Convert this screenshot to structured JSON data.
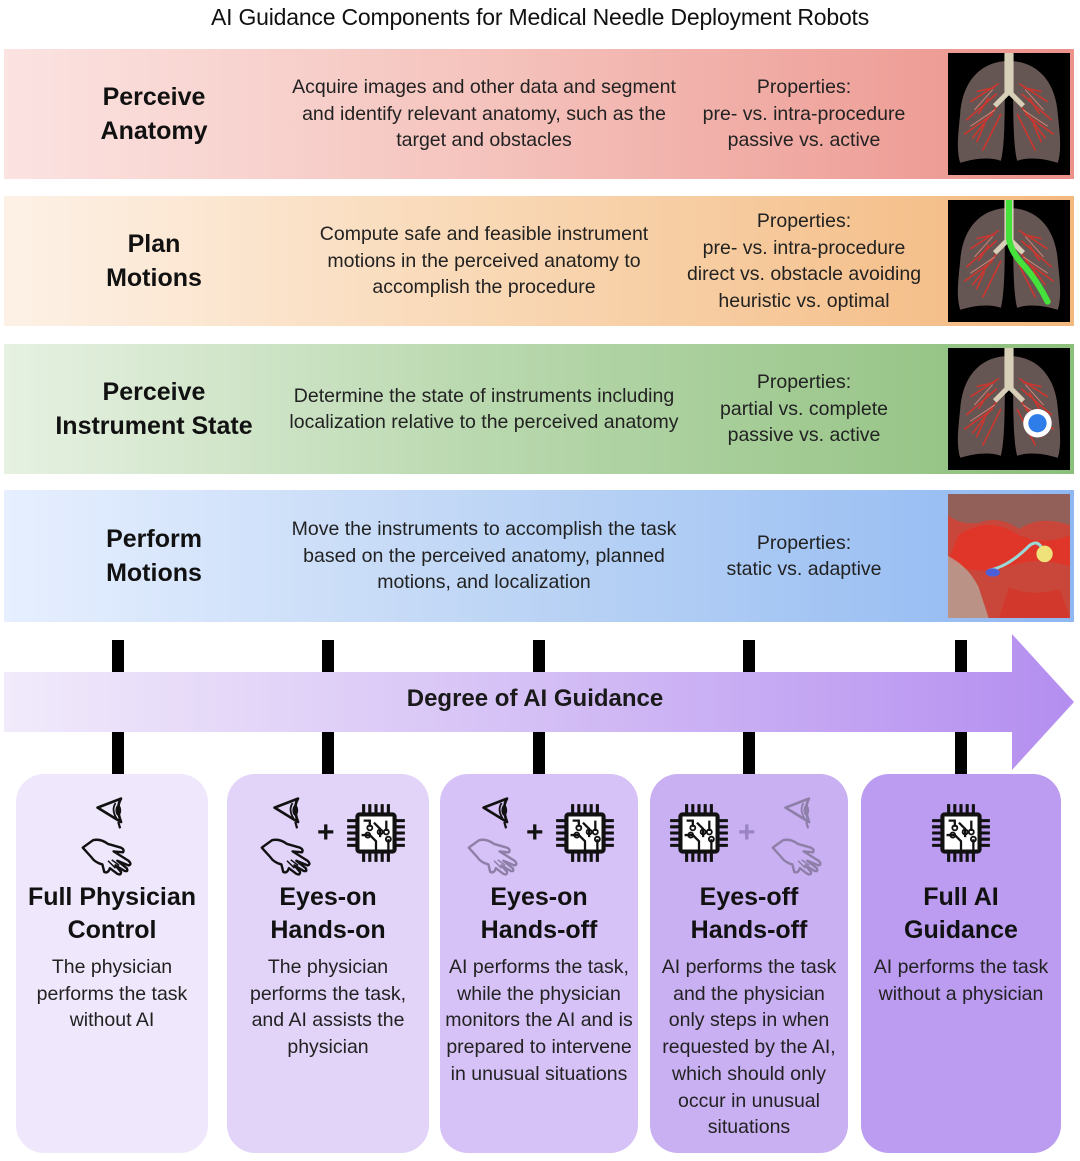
{
  "title": "AI Guidance Components for Medical Needle Deployment Robots",
  "components": [
    {
      "name": "Perceive Anatomy",
      "name_lines": [
        "Perceive",
        "Anatomy"
      ],
      "description": "Acquire images and other data and segment and identify relevant anatomy, such as the target and obstacles",
      "properties_label": "Properties:",
      "properties": [
        "pre- vs. intra-procedure",
        "passive vs. active"
      ],
      "thumbnail": "lung-anatomy-image",
      "color": "#eb928a"
    },
    {
      "name": "Plan Motions",
      "name_lines": [
        "Plan",
        "Motions"
      ],
      "description": "Compute safe and feasible instrument motions in the perceived anatomy to accomplish the procedure",
      "properties_label": "Properties:",
      "properties": [
        "pre- vs. intra-procedure",
        "direct vs. obstacle avoiding",
        "heuristic vs. optimal"
      ],
      "thumbnail": "lung-planned-path-image",
      "color": "#f3b87e"
    },
    {
      "name": "Perceive Instrument State",
      "name_lines": [
        "Perceive",
        "Instrument State"
      ],
      "description": "Determine the state of instruments including localization relative to the perceived anatomy",
      "properties_label": "Properties:",
      "properties": [
        "partial vs. complete",
        "passive vs. active"
      ],
      "thumbnail": "lung-instrument-localization-image",
      "color": "#8dbf7c"
    },
    {
      "name": "Perform Motions",
      "name_lines": [
        "Perform",
        "Motions"
      ],
      "description": "Move the instruments to accomplish the task based on the perceived anatomy, planned motions, and localization",
      "properties_label": "Properties:",
      "properties": [
        "static vs. adaptive"
      ],
      "thumbnail": "needle-in-anatomy-image",
      "color": "#8fb8f2"
    }
  ],
  "axis": {
    "label": "Degree of AI Guidance",
    "color_start": "#f1eafb",
    "color_end": "#b48ef0"
  },
  "levels": [
    {
      "title_lines": [
        "Full Physician",
        "Control"
      ],
      "description": "The physician performs the task without AI",
      "icons": [
        "eye-icon",
        "hand-icon"
      ]
    },
    {
      "title_lines": [
        "Eyes-on",
        "Hands-on"
      ],
      "description": "The physician performs the task, and AI assists the physician",
      "icons": [
        "eye-icon",
        "hand-icon",
        "plus-icon",
        "chip-icon"
      ]
    },
    {
      "title_lines": [
        "Eyes-on",
        "Hands-off"
      ],
      "description": "AI performs the task, while the physician monitors the AI and is prepared to intervene in unusual situations",
      "icons": [
        "eye-icon",
        "hand-icon-faded",
        "plus-icon",
        "chip-icon"
      ]
    },
    {
      "title_lines": [
        "Eyes-off",
        "Hands-off"
      ],
      "description": "AI performs the task and the physician only steps in when requested by the AI, which should only occur in unusual situations",
      "icons": [
        "chip-icon",
        "plus-icon-faded",
        "eye-icon-faded",
        "hand-icon-faded"
      ]
    },
    {
      "title_lines": [
        "Full AI",
        "Guidance"
      ],
      "description": "AI performs the task without a physician",
      "icons": [
        "chip-icon"
      ]
    }
  ]
}
